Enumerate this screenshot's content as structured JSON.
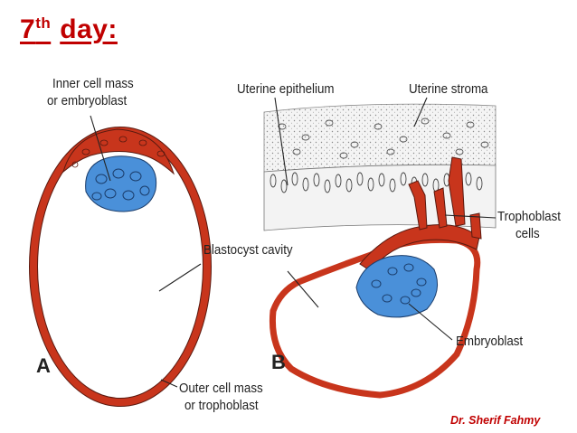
{
  "title": {
    "main": "7",
    "sup": "th",
    "rest": "day:"
  },
  "labels": {
    "inner_cell_mass": "Inner cell mass",
    "or_embryoblast": "or embryoblast",
    "uterine_epithelium": "Uterine epithelium",
    "uterine_stroma": "Uterine stroma",
    "trophoblast": "Trophoblast",
    "cells": "cells",
    "blastocyst_cavity": "Blastocyst cavity",
    "embryoblast": "Embryoblast",
    "outer_cell_mass": "Outer cell mass",
    "or_trophoblast": "or trophoblast"
  },
  "panels": {
    "a": "A",
    "b": "B"
  },
  "author": "Dr. Sherif Fahmy",
  "colors": {
    "title": "#c00000",
    "trophoblast": "#c8351c",
    "embryoblast": "#4a90d9",
    "author": "#c00000"
  }
}
